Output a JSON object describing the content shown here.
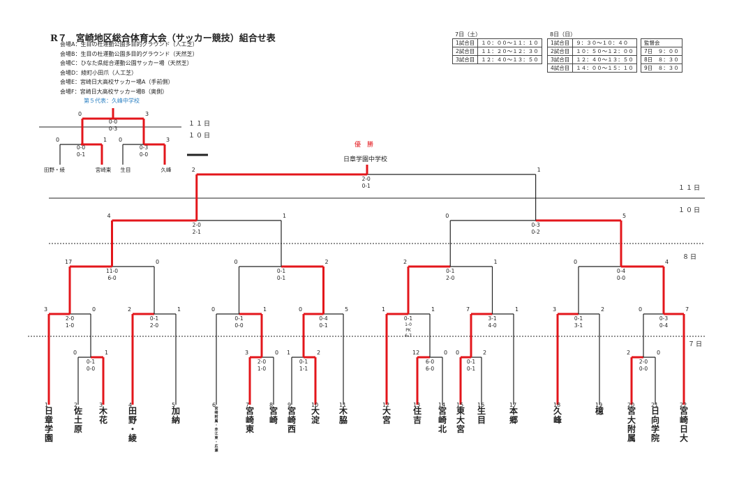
{
  "header": {
    "title": "R７　宮崎地区総合体育大会（サッカー競技）組合せ表",
    "venues": [
      "会場A：生目の杜運動公園多目的グラウンド（人工芝）",
      "会場B：生目の杜運動公園多目的グラウンド（天然芝）",
      "会場C：ひなた県総合運動公園サッカー場（天然芝）",
      "会場D：綾町小田爪（人工芝）",
      "会場E：宮崎日大高校サッカー場A（手前側）",
      "会場F：宮崎日大高校サッカー場B（奥側）"
    ],
    "fifth_rep": "第５代表：久峰中学校"
  },
  "schedule": {
    "day7": {
      "label": "7日（土）",
      "rows": [
        {
          "match": "1試合目",
          "time": "１０：００～１１：１０"
        },
        {
          "match": "2試合目",
          "time": "１１：２０～１２：３０"
        },
        {
          "match": "3試合目",
          "time": "１２：４０～１３：５０"
        }
      ]
    },
    "day8": {
      "label": "8日（日）",
      "rows": [
        {
          "match": "1試合目",
          "time": "９：３０～１０：４０"
        },
        {
          "match": "2試合目",
          "time": "１０：５０～１２：００"
        },
        {
          "match": "3試合目",
          "time": "１２：４０～１３：５０"
        },
        {
          "match": "4試合目",
          "time": "１４：００～１５：１０"
        }
      ]
    },
    "supervisors": {
      "label": "監督会",
      "rows": [
        "7日　９：００",
        "8日　８：３０",
        "9日　８：３０"
      ]
    }
  },
  "day_labels": {
    "d11": "１１日",
    "d10": "１０日",
    "d8": "８日",
    "d7": "７日"
  },
  "champion": {
    "label": "優　勝",
    "name": "日章学園中学校"
  },
  "small_bracket": {
    "day11": "１１日",
    "day10": "１０日",
    "top_score_a": "0-0",
    "top_score_b": "0-3",
    "top_left_num": "0",
    "top_right_num": "3",
    "left_scores": [
      "0-0",
      "0-1"
    ],
    "left_nums": [
      "0",
      "1"
    ],
    "right_scores": [
      "0-3",
      "0-0"
    ],
    "right_nums": [
      "0",
      "3"
    ],
    "teams": [
      "田野・綾",
      "宮崎東",
      "生目",
      "久峰"
    ]
  },
  "teams": [
    {
      "no": "1",
      "name": "日章学園"
    },
    {
      "no": "2",
      "name": "佐土原"
    },
    {
      "no": "3",
      "name": "木花"
    },
    {
      "no": "4",
      "name": "田野・綾"
    },
    {
      "no": "5",
      "name": "加納"
    },
    {
      "no": "6",
      "name": "宮崎附属・赤江東・広瀬"
    },
    {
      "no": "7",
      "name": "宮崎東"
    },
    {
      "no": "8",
      "name": "宮崎"
    },
    {
      "no": "9",
      "name": "宮崎西"
    },
    {
      "no": "10",
      "name": "大淀"
    },
    {
      "no": "11",
      "name": "木脇"
    },
    {
      "no": "12",
      "name": "大宮"
    },
    {
      "no": "13",
      "name": "住吉"
    },
    {
      "no": "14",
      "name": "宮崎北"
    },
    {
      "no": "15",
      "name": "東大宮"
    },
    {
      "no": "16",
      "name": "生目"
    },
    {
      "no": "17",
      "name": "本郷"
    },
    {
      "no": "18",
      "name": "久峰"
    },
    {
      "no": "19",
      "name": "檍"
    },
    {
      "no": "20",
      "name": "宮大附属"
    },
    {
      "no": "21",
      "name": "日向学院"
    },
    {
      "no": "22",
      "name": "宮崎日大"
    }
  ],
  "r0_matches": [
    {
      "nums": [
        "0",
        "1"
      ],
      "scores": [
        "0-1",
        "0-0"
      ]
    },
    {
      "nums": [
        "3",
        "0"
      ],
      "scores": [
        "2-0",
        "1-0"
      ]
    },
    {
      "nums": [
        "1",
        "2"
      ],
      "scores": [
        "0-1",
        "1-1"
      ]
    },
    {
      "nums": [
        "12",
        "0"
      ],
      "scores": [
        "6-0",
        "6-0"
      ]
    },
    {
      "nums": [
        "0",
        "2"
      ],
      "scores": [
        "0-1",
        "0-1"
      ]
    },
    {
      "nums": [
        "2",
        "0"
      ],
      "scores": [
        "2-0",
        "0-0"
      ]
    }
  ],
  "r1_matches": [
    {
      "nums": [
        "3",
        "0"
      ],
      "scores": [
        "2-0",
        "1-0"
      ]
    },
    {
      "nums": [
        "2",
        "1"
      ],
      "scores": [
        "0-1",
        "2-0"
      ]
    },
    {
      "nums": [
        "0",
        "1"
      ],
      "scores": [
        "0-1",
        "0-0"
      ]
    },
    {
      "nums": [
        "0",
        "5"
      ],
      "scores": [
        "0-4",
        "0-1"
      ]
    },
    {
      "nums": [
        "1",
        "1"
      ],
      "scores": [
        "0-1",
        "1-0",
        "PK",
        "6-7"
      ]
    },
    {
      "nums": [
        "7",
        "1"
      ],
      "scores": [
        "3-1",
        "4-0"
      ]
    },
    {
      "nums": [
        "3",
        "2"
      ],
      "scores": [
        "0-1",
        "3-1"
      ]
    },
    {
      "nums": [
        "0",
        "7"
      ],
      "scores": [
        "0-3",
        "0-4"
      ]
    }
  ],
  "r2_matches": [
    {
      "nums": [
        "17",
        "0"
      ],
      "scores": [
        "11-0",
        "6-0"
      ]
    },
    {
      "nums": [
        "0",
        "2"
      ],
      "scores": [
        "0-1",
        "0-1"
      ]
    },
    {
      "nums": [
        "2",
        "1"
      ],
      "scores": [
        "0-1",
        "2-0"
      ]
    },
    {
      "nums": [
        "0",
        "4"
      ],
      "scores": [
        "0-4",
        "0-0"
      ]
    }
  ],
  "r3_matches": [
    {
      "nums": [
        "4",
        "1"
      ],
      "scores": [
        "2-0",
        "2-1"
      ]
    },
    {
      "nums": [
        "0",
        "5"
      ],
      "scores": [
        "0-3",
        "0-2"
      ]
    }
  ],
  "final": {
    "nums": [
      "2",
      "1"
    ],
    "scores": [
      "2-0",
      "0-1"
    ]
  },
  "colors": {
    "win": "#e3161b",
    "line": "#222222",
    "blue": "#2a7fc2"
  }
}
